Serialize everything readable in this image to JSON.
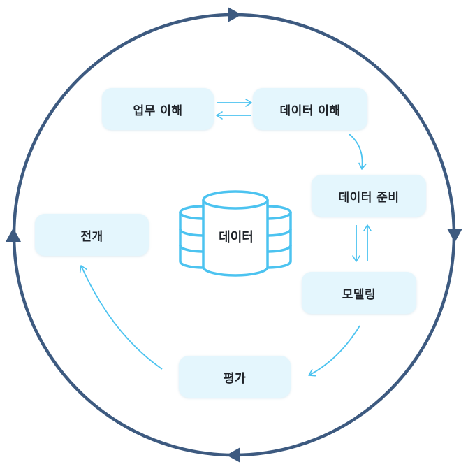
{
  "stages": {
    "business_understanding": "업무 이해",
    "data_understanding": "데이터 이해",
    "data_preparation": "데이터 준비",
    "modeling": "모델링",
    "evaluation": "평가",
    "deployment": "전개"
  },
  "center": {
    "label": "데이터",
    "icon": "database-icon"
  },
  "colors": {
    "cycle_ring": "#3d5a80",
    "flow_arrow": "#4cc3f0",
    "box_fill": "#e4f6fd",
    "text": "#1f2329"
  }
}
